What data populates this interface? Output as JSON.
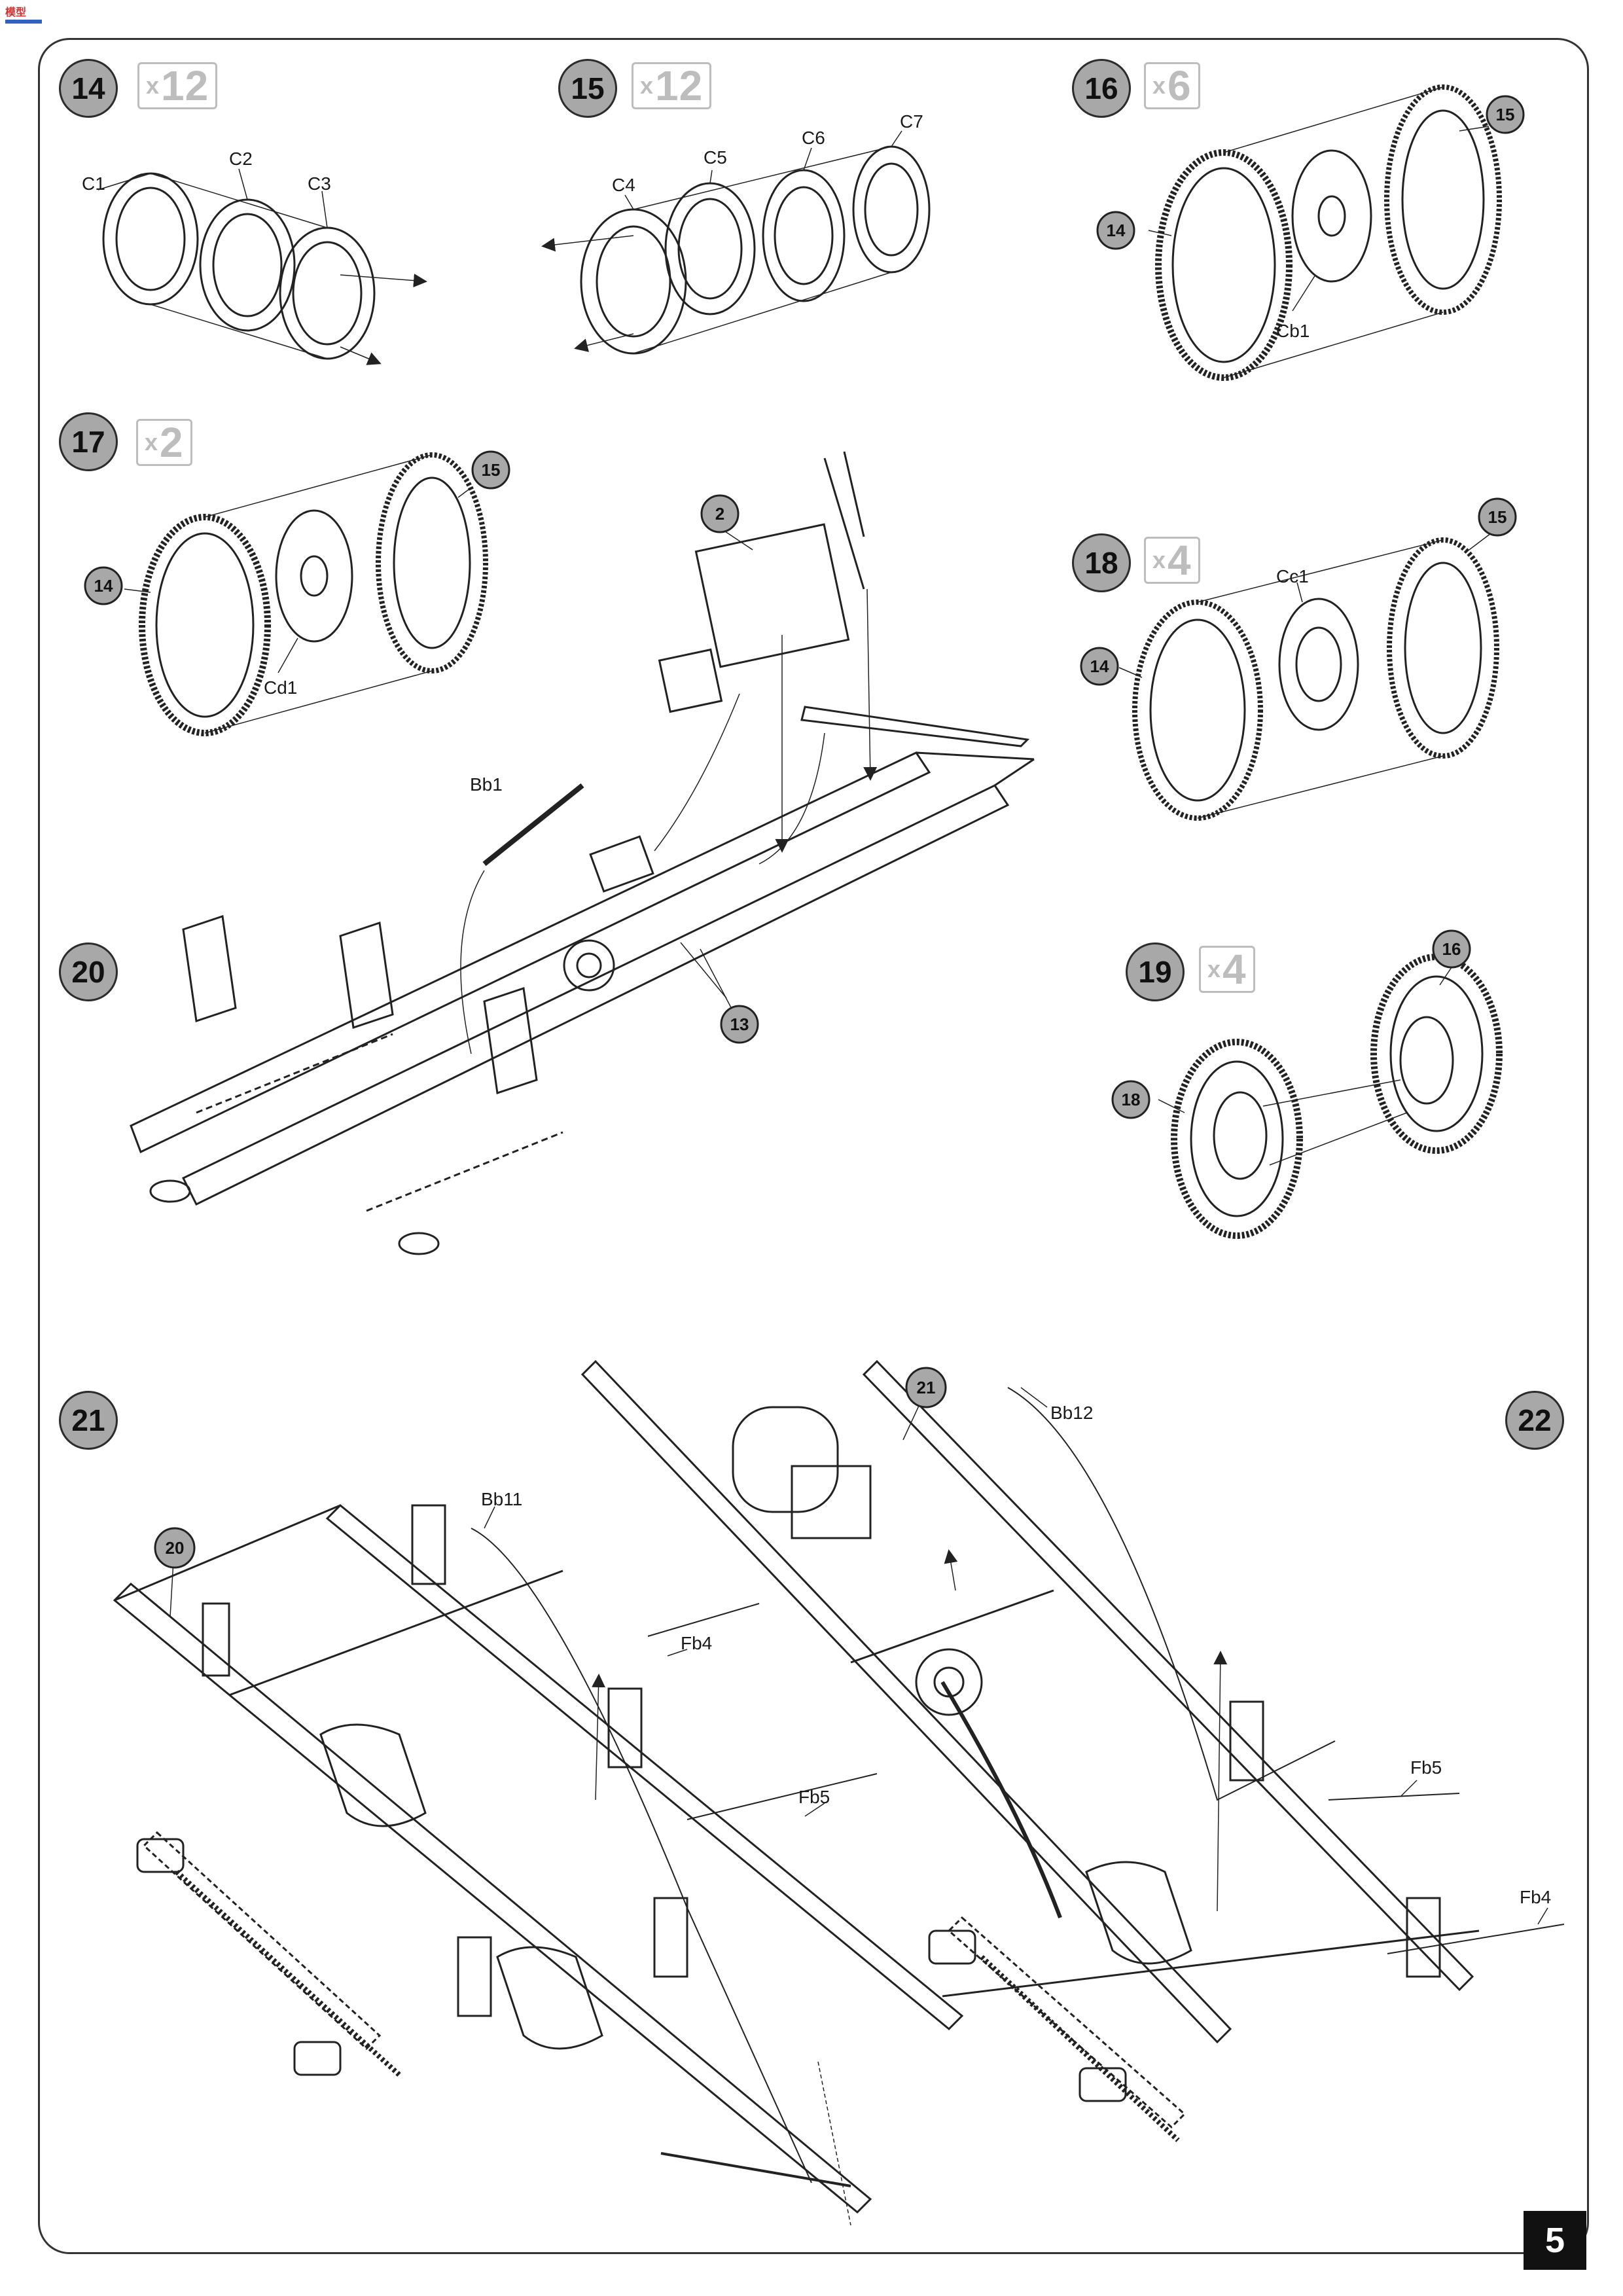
{
  "steps": {
    "s14": {
      "num": "14",
      "mult": "12"
    },
    "s15": {
      "num": "15",
      "mult": "12"
    },
    "s16": {
      "num": "16",
      "mult": "6"
    },
    "s17": {
      "num": "17",
      "mult": "2"
    },
    "s18": {
      "num": "18",
      "mult": "4"
    },
    "s19": {
      "num": "19",
      "mult": "4"
    },
    "s20": {
      "num": "20"
    },
    "s21": {
      "num": "21"
    },
    "s22": {
      "num": "22"
    }
  },
  "mult_prefix": "x",
  "parts": {
    "c1": "C1",
    "c2": "C2",
    "c3": "C3",
    "c4": "C4",
    "c5": "C5",
    "c6": "C6",
    "c7": "C7",
    "cb1": "Cb1",
    "cd1": "Cd1",
    "cc1": "Cc1",
    "bb1": "Bb1",
    "bb11": "Bb11",
    "bb12": "Bb12",
    "fb4": "Fb4",
    "fb5": "Fb5"
  },
  "callouts": {
    "n14": "14",
    "n15": "15",
    "n16": "16",
    "n18": "18",
    "n2": "2",
    "n13": "13",
    "n20": "20",
    "n21": "21"
  },
  "page_number": "5",
  "colors": {
    "step_fill": "#a8a8a8",
    "mult_grey": "#bdbdbd",
    "logo_red": "#d03030"
  }
}
